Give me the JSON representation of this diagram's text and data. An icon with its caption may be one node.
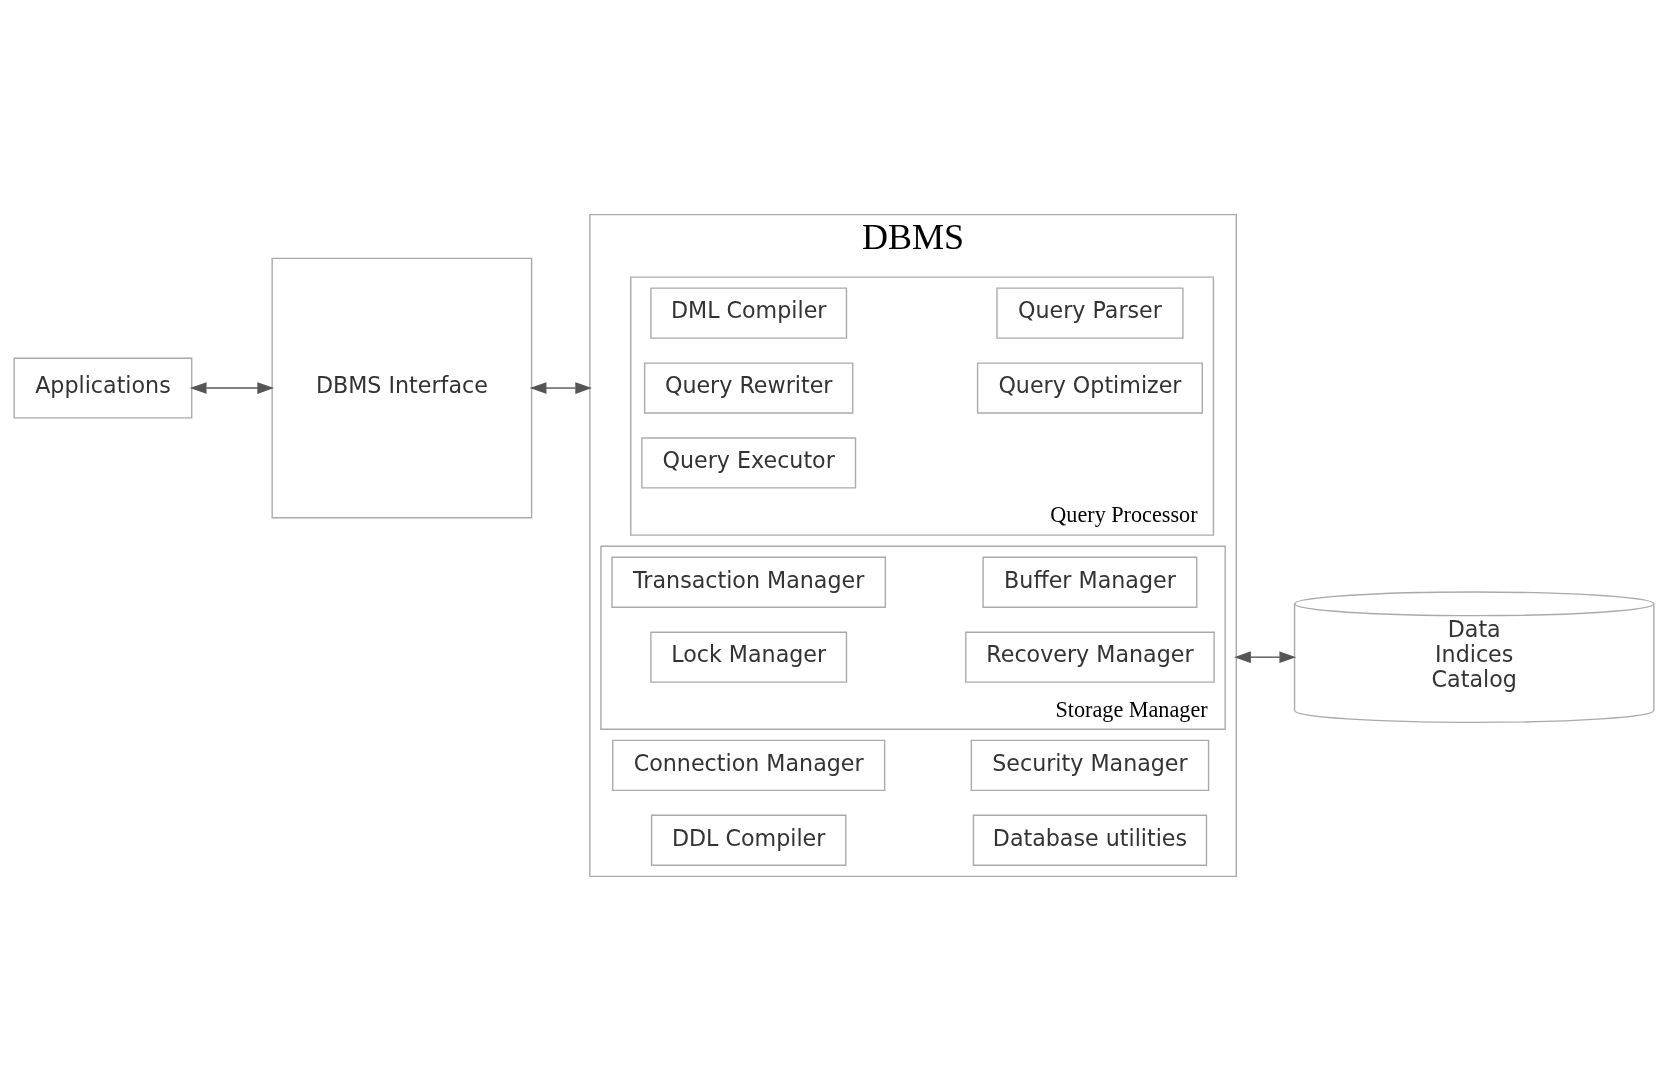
{
  "diagram": {
    "nodes": [
      {
        "text": [
          "Applications"
        ]
      },
      {
        "text": [
          "DBMS Interface"
        ]
      },
      {
        "text": [
          "DBMS"
        ]
      },
      {
        "text": [
          "Connection Manager"
        ],
        "in": 2
      },
      {
        "text": [
          "Security Manager"
        ],
        "in": 2
      },
      {
        "text": [
          "DDL Compiler"
        ],
        "in": 2
      },
      {
        "text": [
          "Database utilities"
        ],
        "in": 2
      },
      {
        "text": [
          "Query Processor"
        ],
        "in": 2
      },
      {
        "text": [
          "DML Compiler"
        ],
        "in": 7
      },
      {
        "text": [
          "Query Parser"
        ],
        "in": 7
      },
      {
        "text": [
          "Query Rewriter"
        ],
        "in": 7
      },
      {
        "text": [
          "Query Optimizer"
        ],
        "in": 7
      },
      {
        "text": [
          "Query Executor"
        ],
        "in": 7
      },
      {
        "text": [
          "Storage Manager"
        ],
        "in": 2
      },
      {
        "text": [
          "Transaction Manager"
        ],
        "in": 13
      },
      {
        "text": [
          "Buffer Manager"
        ],
        "in": 13
      },
      {
        "text": [
          "Lock Manager"
        ],
        "in": 13
      },
      {
        "text": [
          "Recovery Manager"
        ],
        "in": 13
      },
      {
        "text": [
          "Data",
          "Indices",
          "Catalog"
        ]
      }
    ],
    "edges": [
      {
        "from": 0,
        "to": 1,
        "arrow": "both"
      },
      {
        "from": 1,
        "to": 2,
        "arrow": "both"
      },
      {
        "from": 2,
        "to": 18,
        "arrow": "both"
      }
    ]
  }
}
